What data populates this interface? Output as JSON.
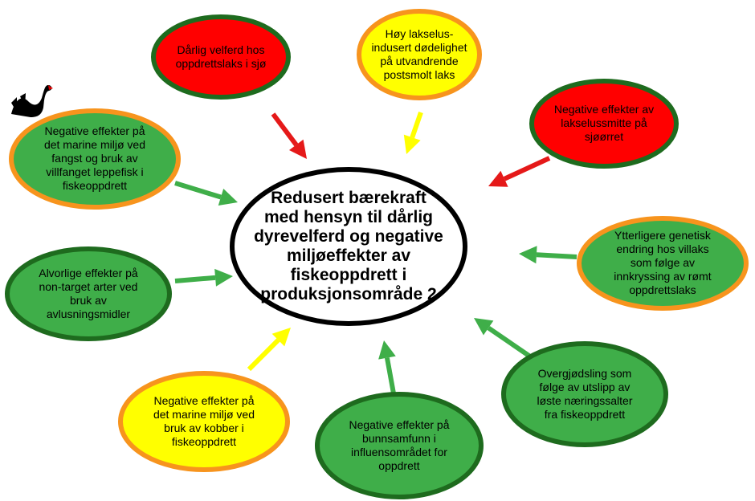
{
  "center": {
    "text": "Redusert bærekraft\nmed hensyn til dårlig\ndyrevelferd og negative\nmiljøeffekter av\nfiskeoppdrett i\nproduksjonsområde 2"
  },
  "nodes": [
    {
      "id": "velferd",
      "text": "Dårlig velferd hos\noppdrettslaks i sjø",
      "fill": "#ff0000",
      "border": "#1e6b1e",
      "arrow": "#e51919"
    },
    {
      "id": "lakselus-dodelighet",
      "text": "Høy lakselus-\nindusert dødelighet\npå utvandrende\npostsmolt laks",
      "fill": "#ffff00",
      "border": "#f7941d",
      "arrow": "#ffff00"
    },
    {
      "id": "sjoorret",
      "text": "Negative effekter av\nlakselussmitte på\nsjøørret",
      "fill": "#ff0000",
      "border": "#1e6b1e",
      "arrow": "#e51919"
    },
    {
      "id": "leppefisk",
      "text": "Negative effekter på\ndet marine miljø ved\nfangst og bruk av\nvillfanget leppefisk i\nfiskeoppdrett",
      "fill": "#3fae49",
      "border": "#f7941d",
      "arrow": "#3fae49"
    },
    {
      "id": "genetisk",
      "text": "Ytterligere genetisk\nendring hos villaks\nsom følge av\ninnkryssing av rømt\noppdrettslaks",
      "fill": "#3fae49",
      "border": "#f7941d",
      "arrow": "#3fae49"
    },
    {
      "id": "avlusning",
      "text": "Alvorlige effekter på\nnon-target arter ved\nbruk av\navlusningsmidler",
      "fill": "#3fae49",
      "border": "#1e6b1e",
      "arrow": "#3fae49"
    },
    {
      "id": "overgjodsling",
      "text": "Overgjødsling som\nfølge av utslipp av\nløste næringssalter\nfra fiskeoppdrett",
      "fill": "#3fae49",
      "border": "#1e6b1e",
      "arrow": "#3fae49"
    },
    {
      "id": "kobber",
      "text": "Negative effekter på\ndet marine miljø ved\nbruk av kobber i\nfiskeoppdrett",
      "fill": "#ffff00",
      "border": "#f7941d",
      "arrow": "#ffff00"
    },
    {
      "id": "bunnsamfunn",
      "text": "Negative effekter på\nbunnsamfunn i\ninfluensområdet for\noppdrett",
      "fill": "#3fae49",
      "border": "#1e6b1e",
      "arrow": "#3fae49"
    }
  ],
  "logo": {
    "icon": "black-swan-icon"
  }
}
